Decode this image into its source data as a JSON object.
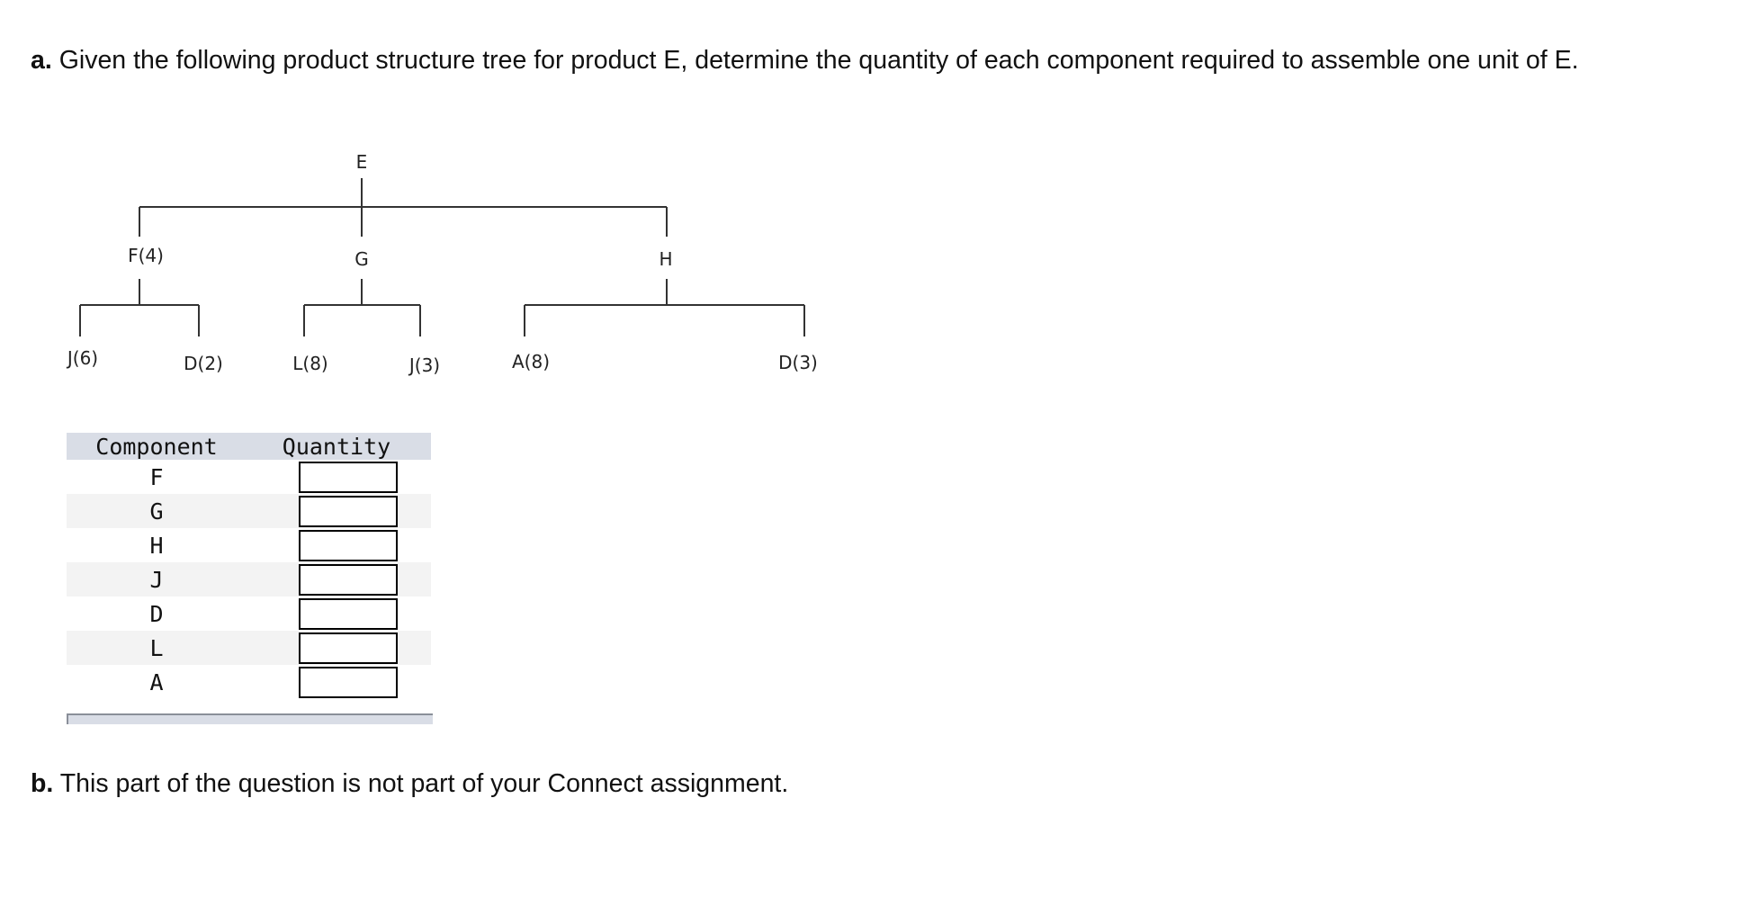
{
  "question_a": {
    "label": "a.",
    "text": "Given the following product structure tree for product E, determine the quantity of each component required to assemble one unit of E."
  },
  "tree": {
    "root": "E",
    "level1": {
      "f": "F(4)",
      "g": "G",
      "h": "H"
    },
    "level2": {
      "f_j": "J(6)",
      "f_d": "D(2)",
      "g_l": "L(8)",
      "g_j": "J(3)",
      "h_a": "A(8)",
      "h_d": "D(3)"
    }
  },
  "table": {
    "headers": {
      "component": "Component",
      "quantity": "Quantity"
    },
    "rows": [
      {
        "component": "F",
        "quantity": ""
      },
      {
        "component": "G",
        "quantity": ""
      },
      {
        "component": "H",
        "quantity": ""
      },
      {
        "component": "J",
        "quantity": ""
      },
      {
        "component": "D",
        "quantity": ""
      },
      {
        "component": "L",
        "quantity": ""
      },
      {
        "component": "A",
        "quantity": ""
      }
    ]
  },
  "question_b": {
    "label": "b.",
    "text": "This part of the question is not part of your Connect assignment."
  }
}
